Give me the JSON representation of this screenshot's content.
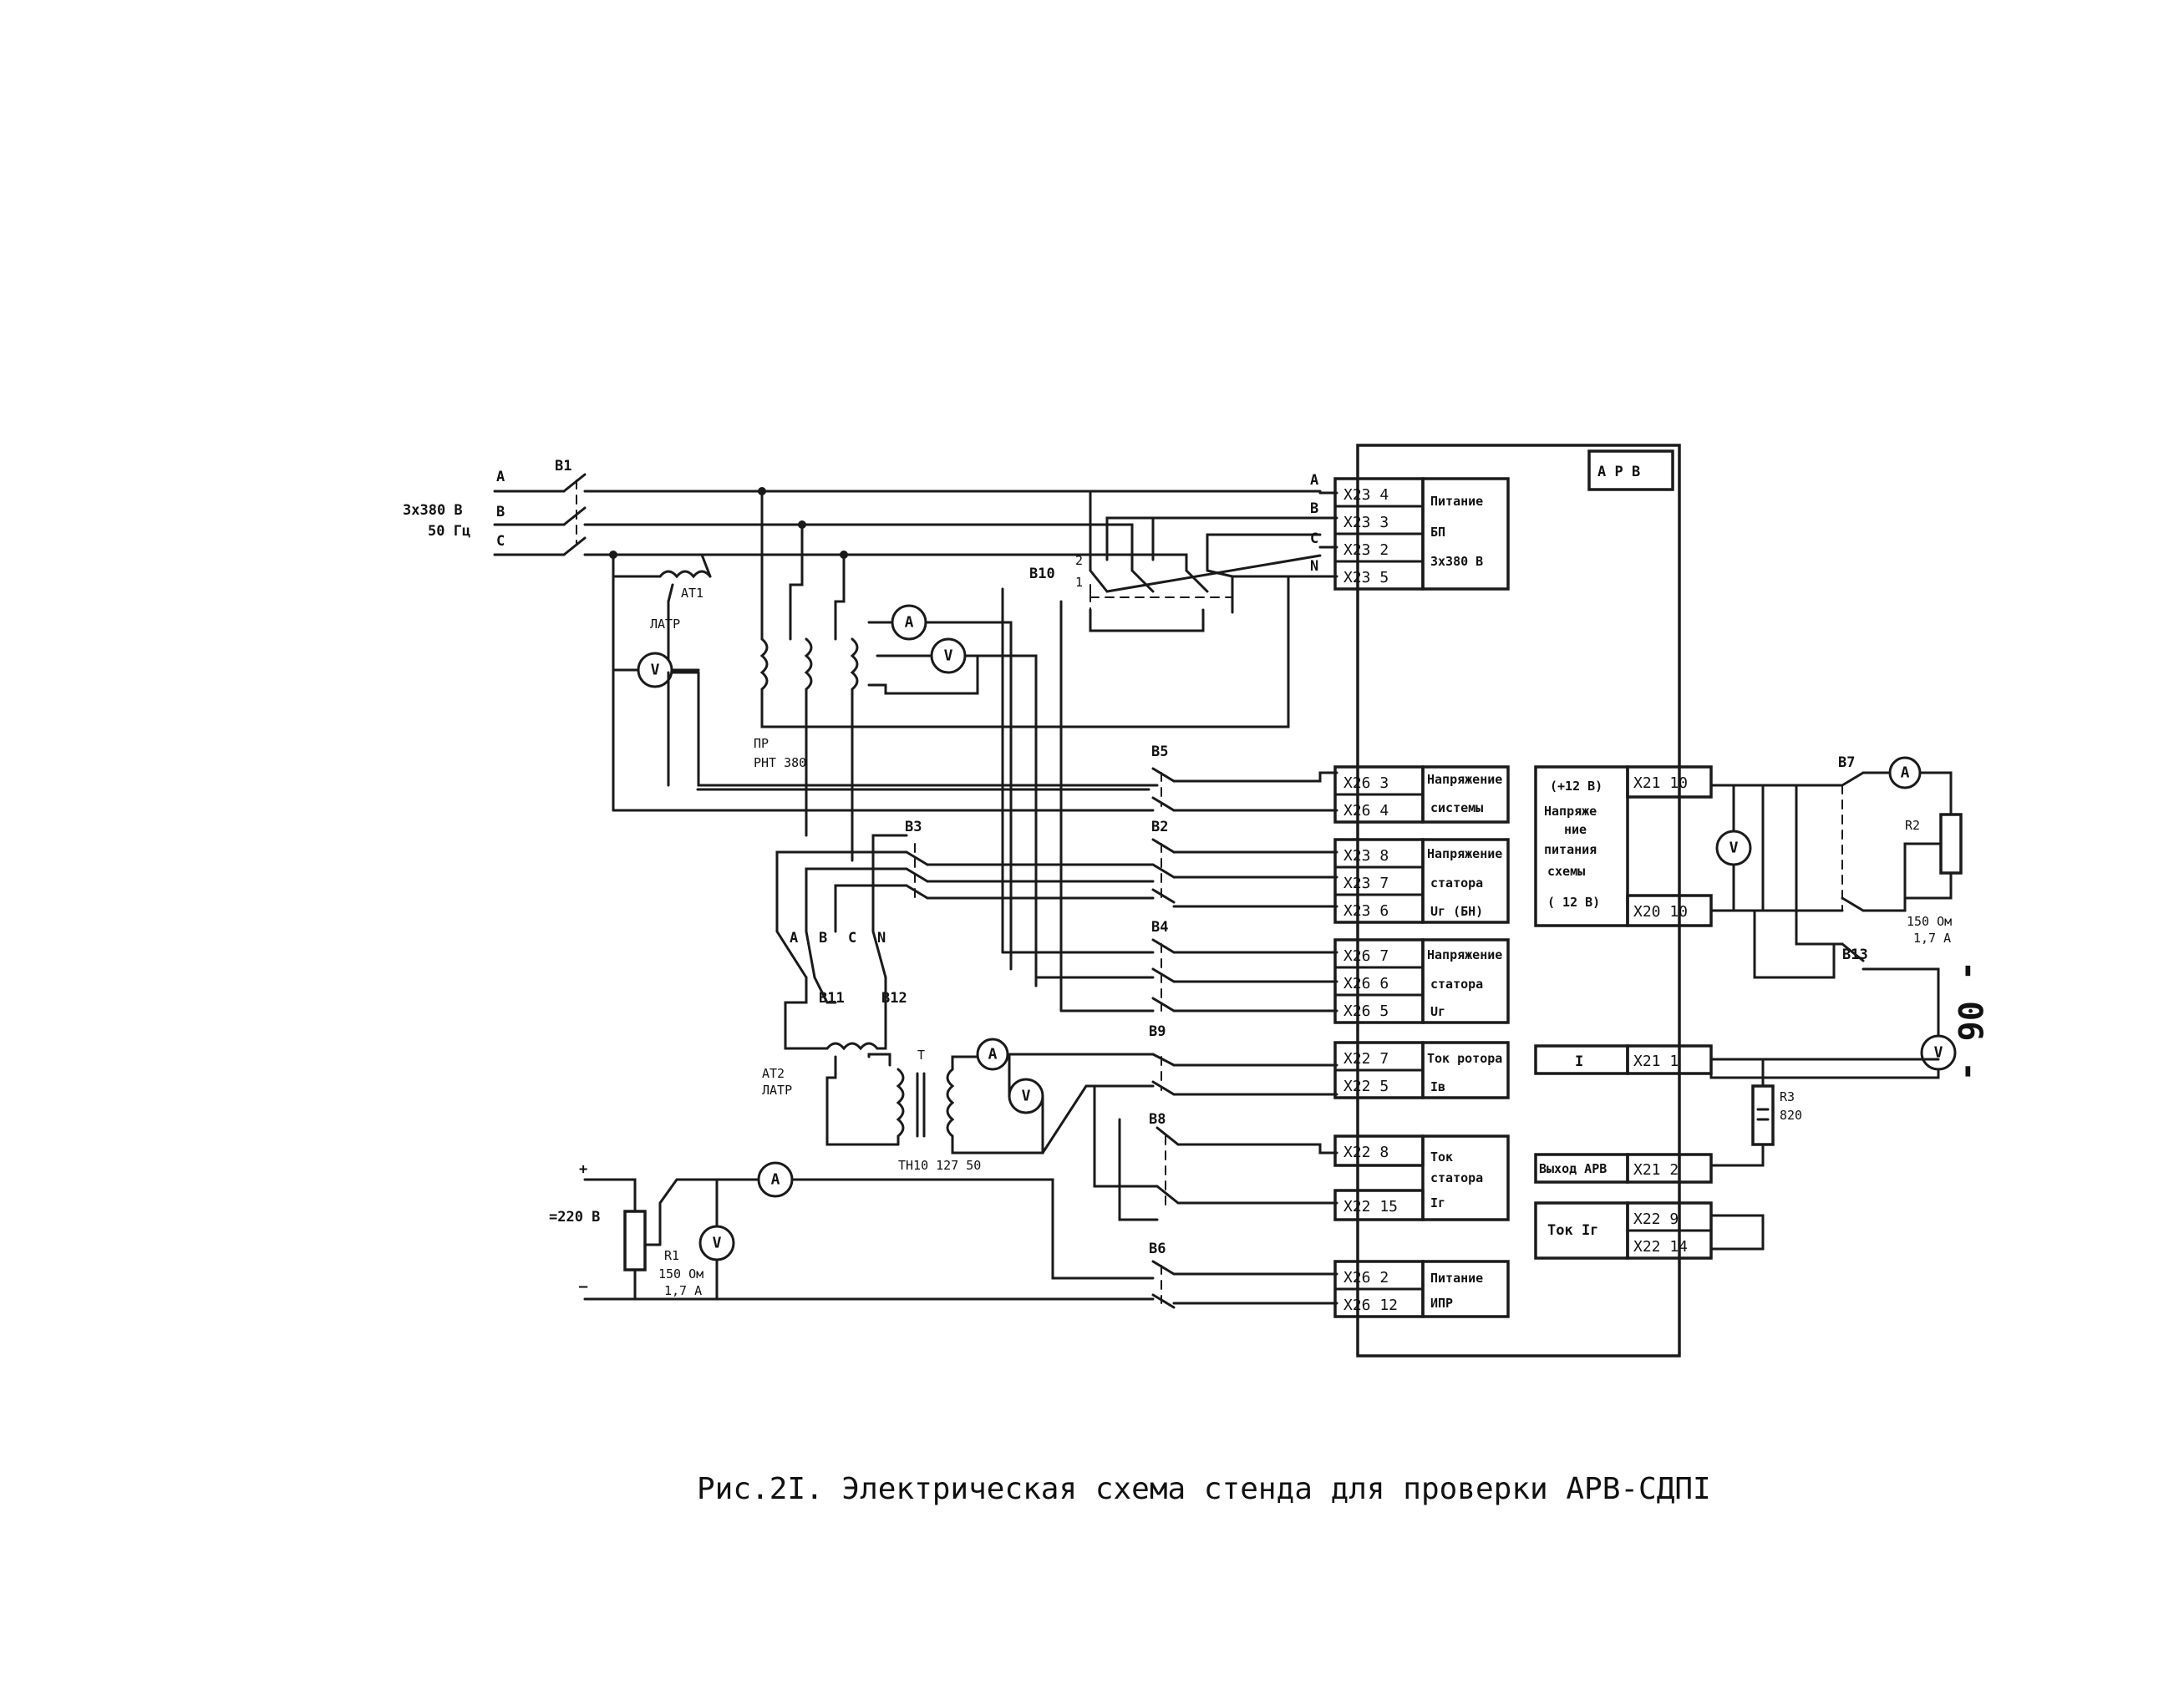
{
  "caption": "Рис.2I. Электрическая схема стенда для проверки АРВ-СДПI",
  "page_number": "- 06 -",
  "arv_label": "А Р В",
  "supply": {
    "phases": [
      "A",
      "B",
      "C"
    ],
    "voltage": "3х380 В",
    "freq": "50 Гц"
  },
  "dc_supply": {
    "plus": "+",
    "minus": "–",
    "voltage": "=220 В"
  },
  "connectors": [
    {
      "id": "x23-4",
      "text": "X23  4"
    },
    {
      "id": "x23-3",
      "text": "X23  3"
    },
    {
      "id": "x23-2",
      "text": "X23  2"
    },
    {
      "id": "x23-5",
      "text": "X23  5"
    },
    {
      "id": "x26-3",
      "text": "X26  3"
    },
    {
      "id": "x26-4",
      "text": "X26  4"
    },
    {
      "id": "x23-8",
      "text": "X23  8"
    },
    {
      "id": "x23-7",
      "text": "X23  7"
    },
    {
      "id": "x23-6",
      "text": "X23  6"
    },
    {
      "id": "x26-7",
      "text": "X26  7"
    },
    {
      "id": "x26-6",
      "text": "X26  6"
    },
    {
      "id": "x26-5",
      "text": "X26  5"
    },
    {
      "id": "x22-7",
      "text": "X22  7"
    },
    {
      "id": "x22-5",
      "text": "X22  5"
    },
    {
      "id": "x22-8",
      "text": "X22  8"
    },
    {
      "id": "x22-15",
      "text": "X22  15"
    },
    {
      "id": "x26-2",
      "text": "X26  2"
    },
    {
      "id": "x26-12",
      "text": "X26  12"
    },
    {
      "id": "x21-10",
      "text": "X21  10"
    },
    {
      "id": "x20-10",
      "text": "X20  10"
    },
    {
      "id": "x21-1",
      "text": "X21   1"
    },
    {
      "id": "x21-2",
      "text": "X21   2"
    },
    {
      "id": "x22-9",
      "text": "X22   9"
    },
    {
      "id": "x22-14",
      "text": "X22  14"
    }
  ],
  "blocks": {
    "power_bp": [
      "Питание",
      "БП",
      "3х380 В"
    ],
    "sys_voltage": [
      "Напряжение",
      "системы"
    ],
    "stator_voltage_bn": [
      "Напряжение",
      "статора",
      "Uг (БН)"
    ],
    "stator_voltage": [
      "Напряжение",
      "статора",
      "Uг"
    ],
    "rotor_current": [
      "Ток ротора",
      "Iв"
    ],
    "stator_current": [
      "Ток",
      "статора",
      "Iг"
    ],
    "power_ipr": [
      "Питание",
      "ИПР"
    ],
    "stand_supply": [
      "(+12 В)",
      "Напряже",
      "ние",
      "питания",
      "схемы",
      "(  12 В)"
    ],
    "one": "I",
    "arv_output": "Выход АРВ",
    "current_ig": "Ток Iг"
  },
  "labels": {
    "b1": "В1",
    "b2": "В2",
    "b3": "В3",
    "b4": "В4",
    "b5": "В5",
    "b6": "В6",
    "b7": "В7",
    "b8": "В8",
    "b9": "В9",
    "b10": "В10",
    "b11": "В11",
    "b12": "В12",
    "b13": "В13",
    "b10_pos1": "1",
    "b10_pos2": "2",
    "at1": "АТ1",
    "latr1": "ЛАТР",
    "at2": "АТ2",
    "latr2": "ЛАТР",
    "pr": "ПР",
    "rnt": "РНТ  380",
    "tn": "ТН10  127  50",
    "tr_t": "Т",
    "r1": "R1",
    "r1_val1": "150 Ом",
    "r1_val2": "1,7 А",
    "r2": "R2",
    "r2_val1": "150 Ом",
    "r2_val2": "1,7 А",
    "r3": "R3",
    "r3_val": "820",
    "in_a": "А",
    "in_b": "В",
    "in_c": "С",
    "in_n": "N",
    "mid_a": "А",
    "mid_b": "В",
    "mid_c": "С",
    "mid_n": "N"
  },
  "meters": {
    "v": "V",
    "a": "A"
  }
}
